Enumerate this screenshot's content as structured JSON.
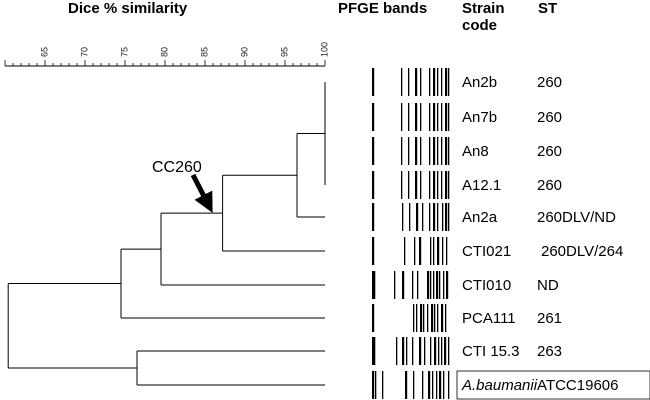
{
  "headers": {
    "similarity": "Dice % similarity",
    "pfge": "PFGE bands",
    "strain_line1": "Strain",
    "strain_line2": "code",
    "st": "ST"
  },
  "scale": {
    "min": 60,
    "max": 100,
    "labels": [
      "65",
      "70",
      "75",
      "80",
      "85",
      "90",
      "95",
      "100"
    ]
  },
  "annotation": {
    "text": "CC260"
  },
  "isolates": [
    {
      "strain": "An2b",
      "st": "260"
    },
    {
      "strain": "An7b",
      "st": "260"
    },
    {
      "strain": "An8",
      "st": "260"
    },
    {
      "strain": "A12.1",
      "st": "260"
    },
    {
      "strain": "An2a",
      "st": "260DLV/ND"
    },
    {
      "strain": "CTI021",
      "st": "260DLV/264"
    },
    {
      "strain": "CTI010",
      "st": "ND"
    },
    {
      "strain": "PCA111",
      "st": "261"
    },
    {
      "strain": "CTI 15.3",
      "st": "263"
    },
    {
      "strain_italic": "A.baumanii",
      "strain": "ATCC19606",
      "st": ""
    }
  ],
  "dendrogram_nodes": [
    {
      "id": "n1",
      "similarity": 100,
      "children": [
        "An2b",
        "An7b",
        "An8",
        "A12.1"
      ]
    },
    {
      "id": "n2",
      "similarity": 96.5,
      "children": [
        "n1",
        "An2a"
      ]
    },
    {
      "id": "n3",
      "similarity": 87.2,
      "children": [
        "n2",
        "CTI021"
      ]
    },
    {
      "id": "n4",
      "similarity": 79.5,
      "children": [
        "n3",
        "CTI010"
      ]
    },
    {
      "id": "n5",
      "similarity": 74.5,
      "children": [
        "n4",
        "PCA111"
      ]
    },
    {
      "id": "n6",
      "similarity": 76.5,
      "children": [
        "CTI 15.3",
        "ATCC19606"
      ]
    },
    {
      "id": "n7",
      "similarity": 60.4,
      "children": [
        "n5",
        "n6"
      ]
    }
  ]
}
